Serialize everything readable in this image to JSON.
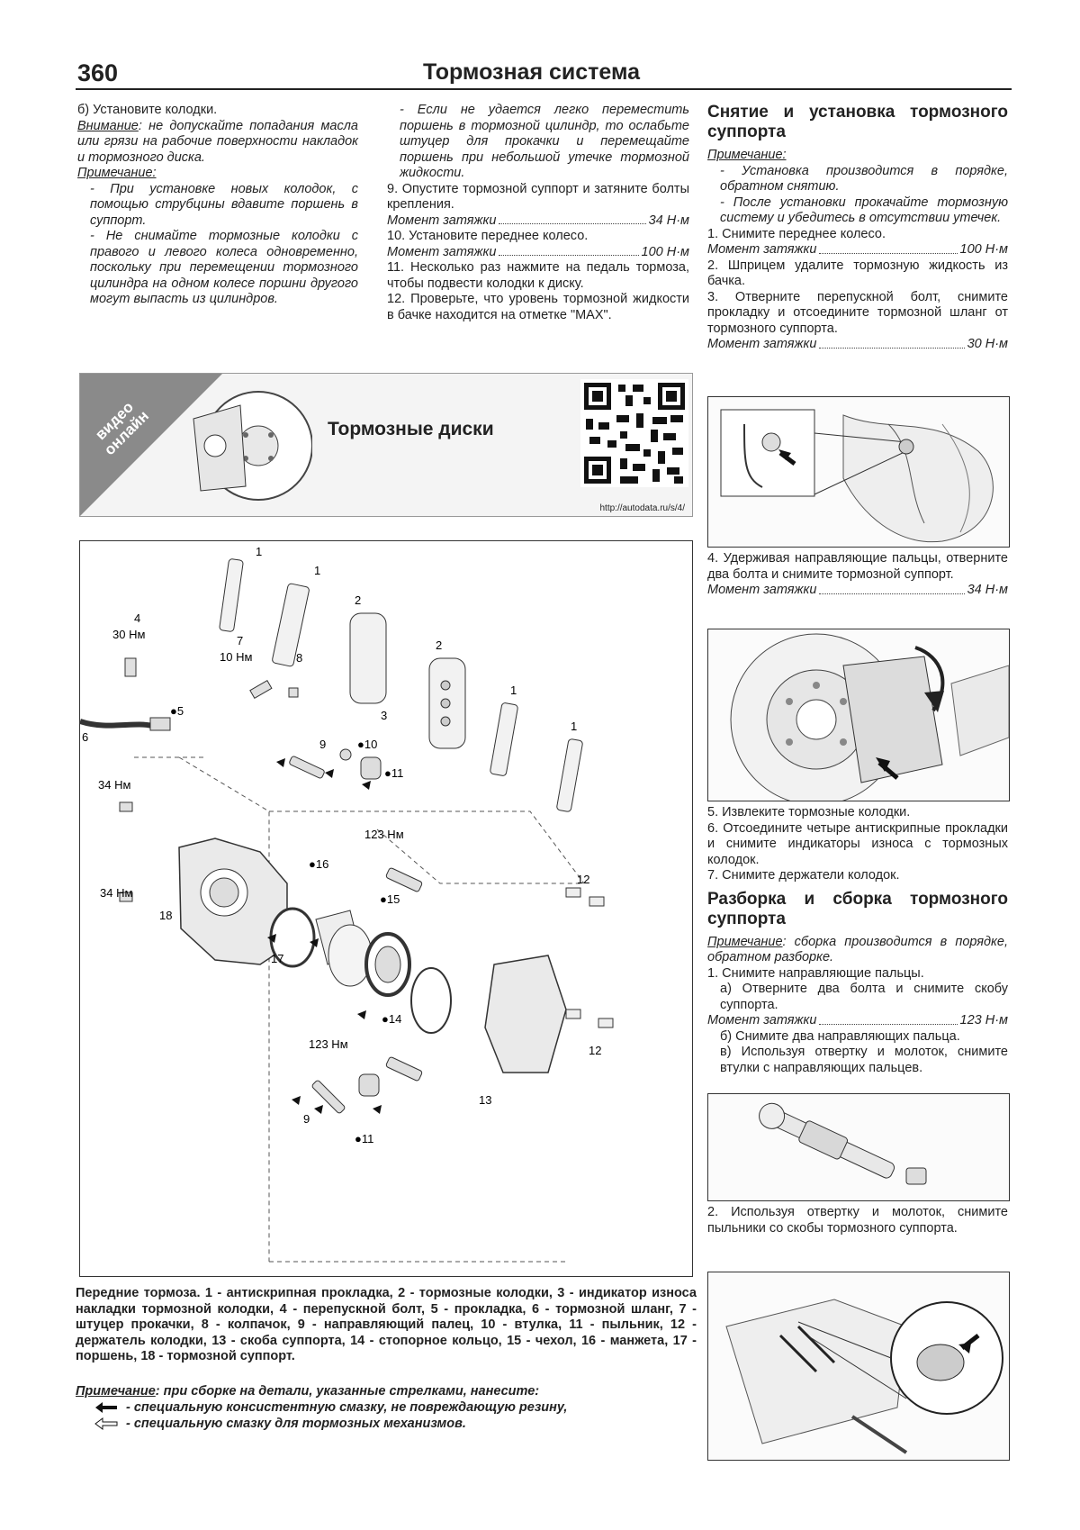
{
  "header": {
    "page_number": "360",
    "title": "Тормозная система"
  },
  "col1": {
    "p1": "б) Установите колодки.",
    "warn_label": "Внимание",
    "warn_text": ": не допускайте попадания масла или грязи на рабочие поверхности накладок и тормозного диска.",
    "note_label": "Примечание:",
    "n1": "- При установке новых колодок, с помощью струбцины вдавите поршень в суппорт.",
    "n2": "- Не снимайте тормозные колодки с правого и левого колеса одновременно, поскольку при перемещении тормозного цилиндра на одном колесе поршни другого могут выпасть из цилиндров."
  },
  "col2": {
    "i1": "- Если не удается легко переместить поршень в тормозной цилиндр, то ослабьте штуцер для прокачки и перемещайте поршень при небольшой утечке тормозной жидкости.",
    "s9": "9. Опустите тормозной суппорт и затяните болты крепления.",
    "t9_label": "Момент затяжки",
    "t9_val": "34 Н·м",
    "s10": "10. Установите переднее колесо.",
    "t10_label": "Момент затяжки",
    "t10_val": "100 Н·м",
    "s11": "11. Несколько раз нажмите на педаль тормоза, чтобы подвести колодки к диску.",
    "s12": "12. Проверьте, что уровень тормозной жидкости в бачке находится на отметке \"MAX\"."
  },
  "col3": {
    "sec1_title": "Снятие и установка тормозного суппорта",
    "note_label": "Примечание:",
    "n1": "- Установка производится в порядке, обратном снятию.",
    "n2": "- После установки прокачайте тормозную систему и убедитесь в отсутствии утечек.",
    "s1": "1. Снимите переднее колесо.",
    "t1_label": "Момент затяжки",
    "t1_val": "100 Н·м",
    "s2": "2. Шприцем удалите тормозную жидкость из бачка.",
    "s3": "3. Отверните перепускной болт, снимите прокладку и отсоедините тормозной шланг от тормозного суппорта.",
    "t3_label": "Момент затяжки",
    "t3_val": "30 Н·м",
    "s4": "4. Удерживая направляющие пальцы, отверните два болта и снимите тормозной суппорт.",
    "t4_label": "Момент затяжки",
    "t4_val": "34 Н·м",
    "s5": "5. Извлеките тормозные колодки.",
    "s6": "6. Отсоедините четыре антискрипные прокладки и снимите индикаторы износа с тормозных колодок.",
    "s7": "7. Снимите держатели колодок.",
    "sec2_title": "Разборка и сборка тормозного суппорта",
    "note2_label": "Примечание",
    "note2_text": ": сборка производится в порядке, обратном разборке.",
    "d1": "1. Снимите направляющие пальцы.",
    "d1a": "а) Отверните два болта и снимите скобу суппорта.",
    "td_label": "Момент затяжки",
    "td_val": "123 Н·м",
    "d1b": "б) Снимите два направляющих пальца.",
    "d1c": "в) Используя отвертку и молоток, снимите втулки с направляющих пальцев.",
    "d2": "2. Используя отвертку и молоток, снимите пыльники со скобы тормозного суппорта."
  },
  "banner": {
    "video_label_1": "видео",
    "video_label_2": "онлайн",
    "title": "Тормозные диски",
    "url": "http://autodata.ru/s/4/"
  },
  "diagram_labels": {
    "l1": "1",
    "l2": "2",
    "l3": "3",
    "l4": "4",
    "l5": "●5",
    "l6": "6",
    "l7": "7",
    "l8": "8",
    "l9": "9",
    "l10": "●10",
    "l11": "●11",
    "l12": "12",
    "l13": "13",
    "l14": "●14",
    "l15": "●15",
    "l16": "●16",
    "l17": "17",
    "l18": "18",
    "nm30": "30 Нм",
    "nm10": "10 Нм",
    "nm34": "34 Нм",
    "nm123": "123 Нм"
  },
  "caption": "Передние тормоза. 1 - антискрипная прокладка, 2 - тормозные колодки, 3 - индикатор износа накладки тормозной колодки, 4 - перепускной болт, 5 - прокладка, 6 - тормозной шланг, 7 - штуцер прокачки, 8 - колпачок, 9 - направляющий палец, 10 - втулка, 11 - пыльник, 12 - держатель колодки, 13 - скоба суппорта, 14 - стопорное кольцо, 15 - чехол, 16 - манжета, 17 - поршень, 18 - тормозной суппорт.",
  "bottom_note": {
    "label": "Примечание",
    "text": ": при сборке на детали, указанные стрелками, нанесите:",
    "legend1": "- специальную консистентную смазку, не повреждающую резину,",
    "legend2": "- специальную смазку для тормозных механизмов."
  }
}
